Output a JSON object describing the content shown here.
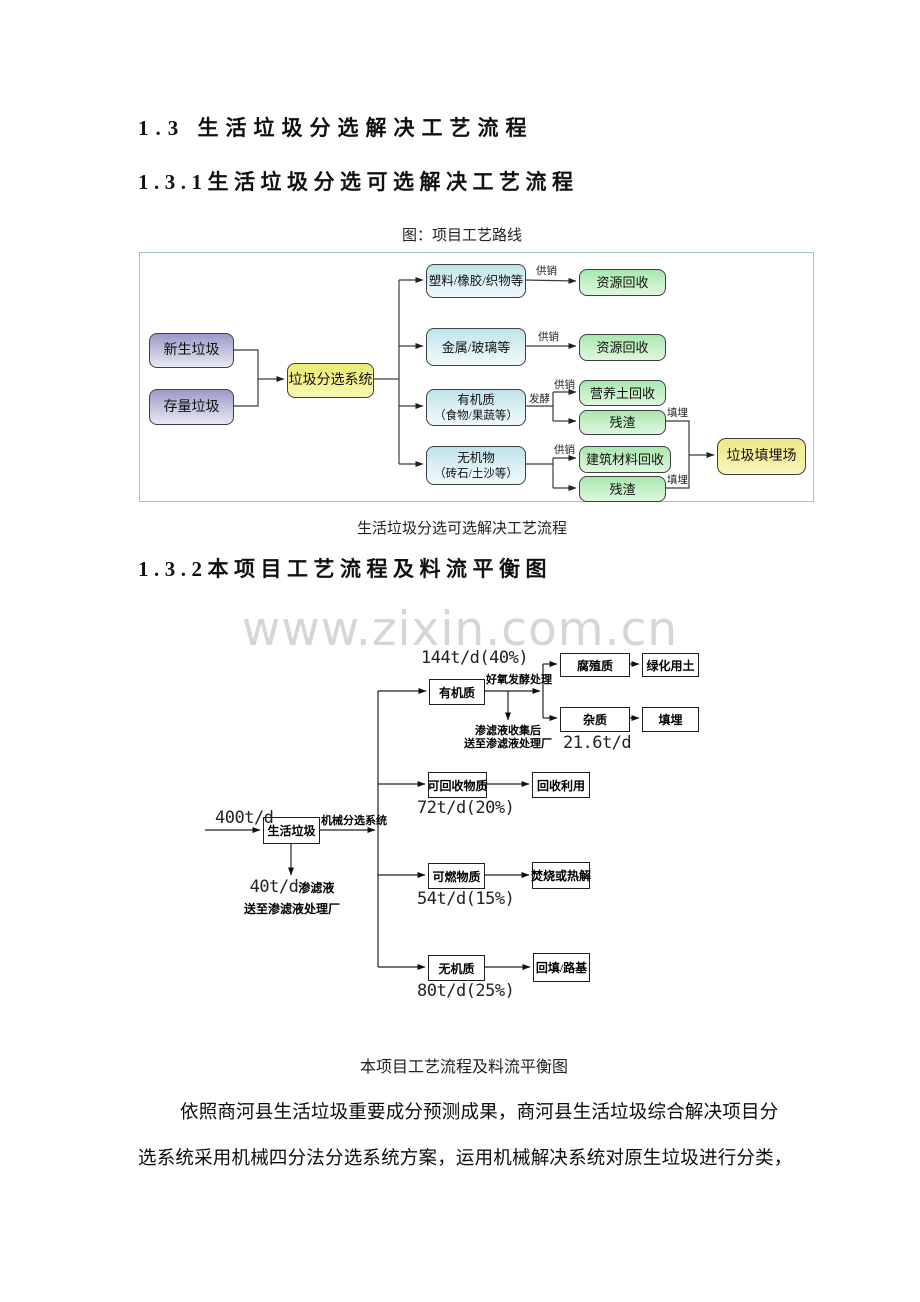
{
  "doc": {
    "heading_13": "1.3 生活垃圾分选解决工艺流程",
    "heading_131": "1.3.1生活垃圾分选可选解决工艺流程",
    "heading_132": "1.3.2本项目工艺流程及料流平衡图",
    "watermark": "www.zixin.com.cn",
    "paragraph_line1": "依照商河县生活垃圾重要成分预测成果，商河县生活垃圾综合解决项目分",
    "paragraph_line2": "选系统采用机械四分法分选系统方案，运用机械解决系统对原生垃圾进行分类，"
  },
  "figure1": {
    "title": "图：项目工艺路线",
    "caption": "生活垃圾分选可选解决工艺流程",
    "frame_border_color": "#a9c2ca",
    "node_colors": {
      "source_purple_top": "#9a9aca",
      "system_yellow": "#eaec74",
      "category_cyan_top": "#bfe2eb",
      "output_green_top": "#a8e7ac",
      "landfill_yellow": "#eee989"
    },
    "nodes": {
      "new_waste": "新生垃圾",
      "stock_waste": "存量垃圾",
      "sorting_system": "垃圾分选系统",
      "plastics": "塑料/橡胶/织物等",
      "metal_glass": "金属/玻璃等",
      "organic_title": "有机质",
      "organic_sub": "（食物/果蔬等）",
      "inorganic_title": "无机物",
      "inorganic_sub": "（砖石/土沙等）",
      "resource_recovery_1": "资源回收",
      "resource_recovery_2": "资源回收",
      "nutrient_soil_recovery": "营养土回收",
      "residue_1": "残渣",
      "building_material_recovery": "建筑材料回收",
      "residue_2": "残渣",
      "landfill_site": "垃圾填埋场"
    },
    "edge_labels": {
      "supply_1": "供销",
      "supply_2": "供销",
      "supply_3": "供销",
      "supply_4": "供销",
      "ferment": "发酵",
      "landfill_1": "填埋",
      "landfill_2": "填埋"
    }
  },
  "figure2": {
    "caption": "本项目工艺流程及料流平衡图",
    "nodes": {
      "waste": "生活垃圾",
      "organic": "有机质",
      "recyclable": "可回收物质",
      "combustible": "可燃物质",
      "inorganic": "无机质",
      "humus": "腐殖质",
      "greening_soil": "绿化用土",
      "impurity": "杂质",
      "landfill": "填埋",
      "recycling": "回收利用",
      "incineration": "焚烧或热解",
      "backfill_roadbed": "回填/路基"
    },
    "labels": {
      "input_rate": "400t/d",
      "mechanical_sorting": "机械分选系统",
      "aerobic_treatment": "好氧发酵处理",
      "organic_rate": "144t/d(40%)",
      "leachate_note_1": "渗滤液收集后",
      "leachate_note_2": "送至渗滤液处理厂",
      "impurity_rate": "21.6t/d",
      "recyclable_rate": "72t/d(20%)",
      "combustible_rate": "54t/d(15%)",
      "inorganic_rate": "80t/d(25%)",
      "leachate_rate": "40t/d",
      "leachate_suffix": "渗滤液",
      "leachate_send": "送至渗滤液处理厂"
    }
  }
}
